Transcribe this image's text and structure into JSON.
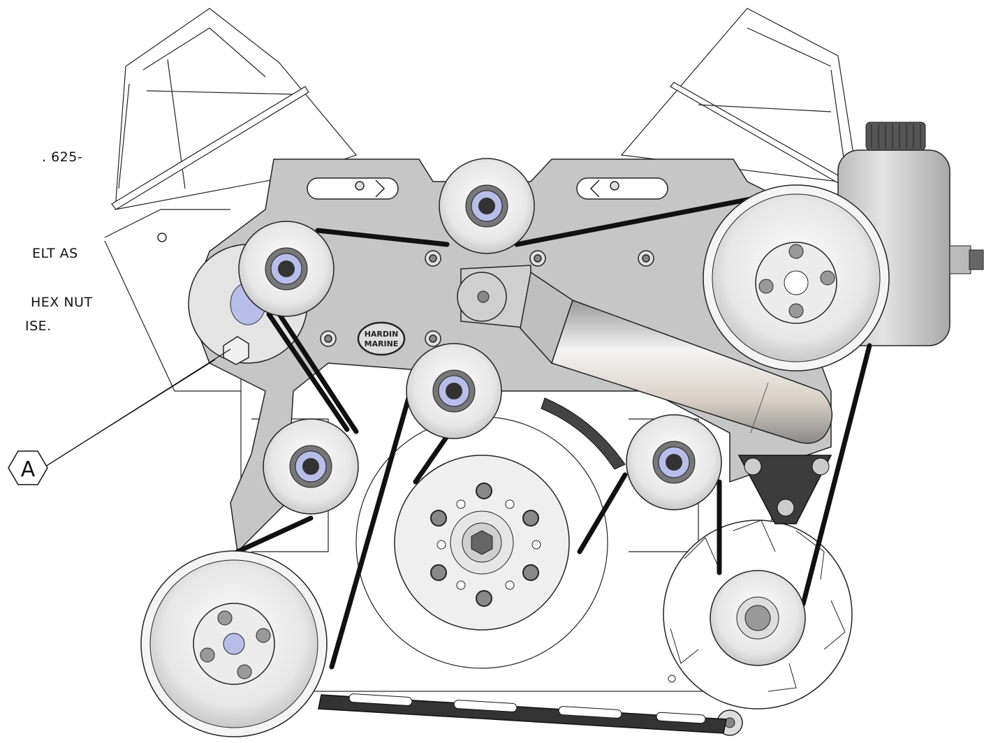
{
  "notes": {
    "line1": ". 625-",
    "line2": "ELT AS",
    "line3": "HEX NUT",
    "line4": "ISE."
  },
  "callout": {
    "label": "A"
  },
  "logo": {
    "line1": "HARDIN",
    "line2": "MARINE"
  },
  "colors": {
    "bracket": "#c6c6c6",
    "belt": "#111111",
    "pulley_face": "#e8e8e8",
    "line": "#222222",
    "accent_blue": "#aab0e0"
  },
  "icons": {
    "callout": "hexagon-callout-icon",
    "logo": "hardin-marine-logo"
  }
}
